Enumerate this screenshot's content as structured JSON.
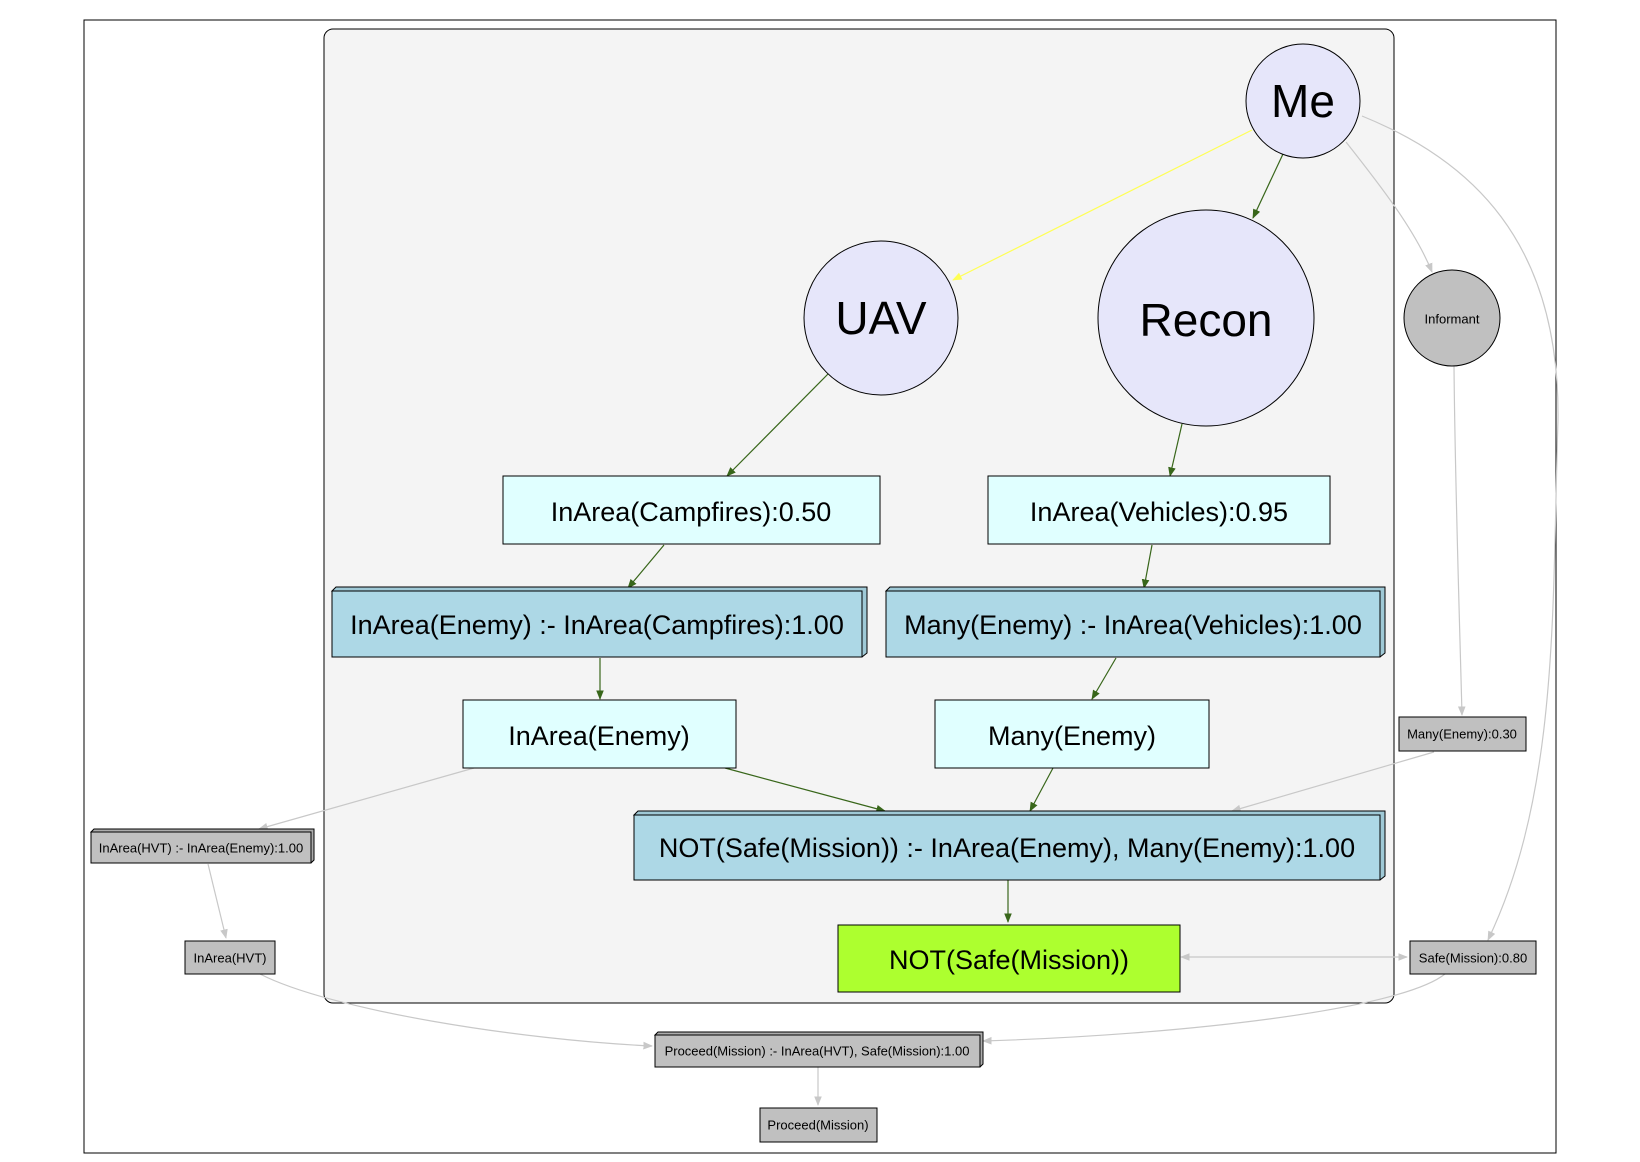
{
  "nodes": {
    "me": {
      "label": "Me",
      "fill": "#e6e6fa"
    },
    "uav": {
      "label": "UAV",
      "fill": "#e6e6fa"
    },
    "recon": {
      "label": "Recon",
      "fill": "#e6e6fa"
    },
    "informant": {
      "label": "Informant",
      "fill": "#c0c0c0"
    },
    "inarea_campfires": {
      "label": "InArea(Campfires):0.50",
      "fill": "#e0ffff"
    },
    "inarea_vehicles": {
      "label": "InArea(Vehicles):0.95",
      "fill": "#e0ffff"
    },
    "rule_inarea_enemy": {
      "label": "InArea(Enemy) :- InArea(Campfires):1.00",
      "fill": "#add8e6"
    },
    "rule_many_enemy": {
      "label": "Many(Enemy) :- InArea(Vehicles):1.00",
      "fill": "#add8e6"
    },
    "inarea_enemy": {
      "label": "InArea(Enemy)",
      "fill": "#e0ffff"
    },
    "many_enemy": {
      "label": "Many(Enemy)",
      "fill": "#e0ffff"
    },
    "many_enemy_030": {
      "label": "Many(Enemy):0.30",
      "fill": "#c0c0c0"
    },
    "rule_inarea_hvt": {
      "label": "InArea(HVT) :- InArea(Enemy):1.00",
      "fill": "#c0c0c0"
    },
    "rule_not_safe": {
      "label": "NOT(Safe(Mission)) :- InArea(Enemy), Many(Enemy):1.00",
      "fill": "#add8e6"
    },
    "inarea_hvt": {
      "label": "InArea(HVT)",
      "fill": "#c0c0c0"
    },
    "not_safe": {
      "label": "NOT(Safe(Mission))",
      "fill": "#adff2f"
    },
    "safe_080": {
      "label": "Safe(Mission):0.80",
      "fill": "#c0c0c0"
    },
    "rule_proceed": {
      "label": "Proceed(Mission) :- InArea(HVT), Safe(Mission):1.00",
      "fill": "#c0c0c0"
    },
    "proceed": {
      "label": "Proceed(Mission)",
      "fill": "#c0c0c0"
    }
  },
  "edge_colors": {
    "active": "#38661a",
    "inactive": "#c8c8c8",
    "highlight": "#ffff55"
  }
}
